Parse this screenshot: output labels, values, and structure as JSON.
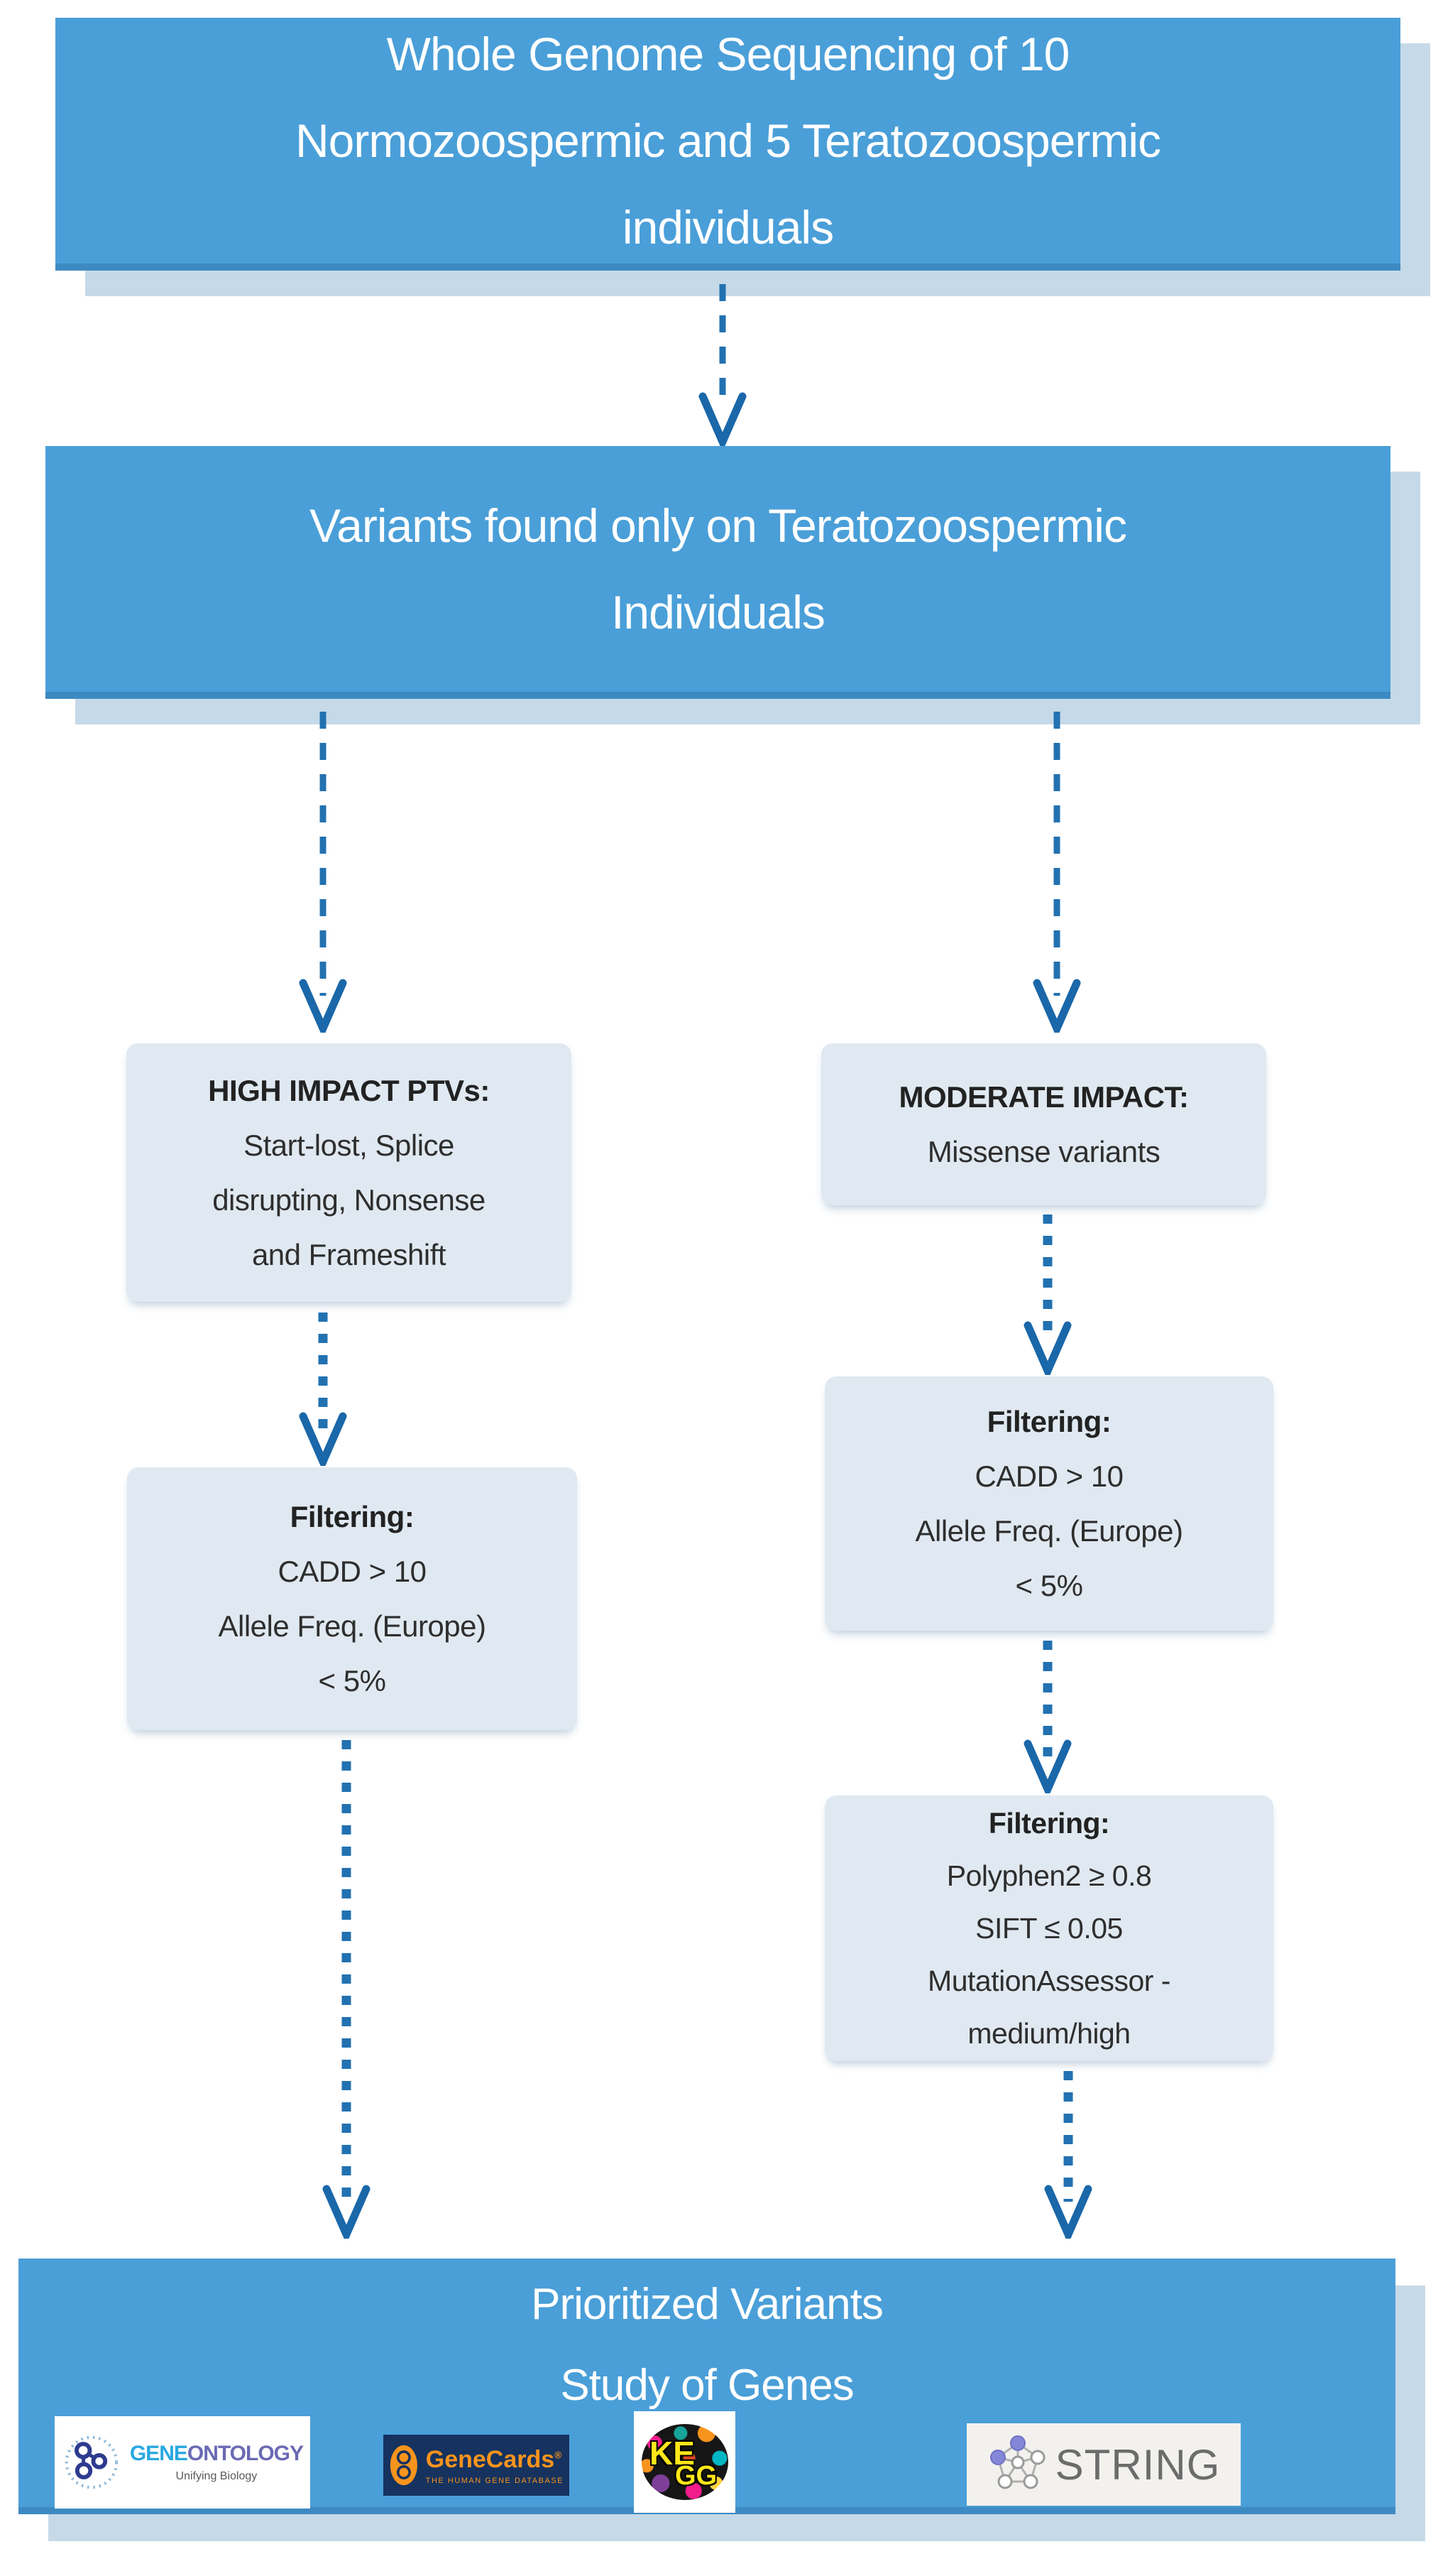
{
  "colors": {
    "box_blue": "#4a9fd8",
    "box_blue_edge": "#3d8ac2",
    "drop_shadow": "#c5d9e8",
    "light_box": "#e0e9f1",
    "arrow_blue": "#1a67a9",
    "text_dark": "#2e2e2e",
    "genecards_navy": "#16325f",
    "genecards_orange": "#f7941d",
    "go_blue": "#29a8e0",
    "go_purple": "#6a6ab4",
    "string_gray": "#6c6c6c",
    "kegg_yellow": "#ffe71a"
  },
  "flow": {
    "box1": {
      "lines": [
        "Whole Genome Sequencing of 10",
        "Normozoospermic and 5 Teratozoospermic",
        "individuals"
      ]
    },
    "box2": {
      "lines": [
        "Variants found only on Teratozoospermic",
        "Individuals"
      ]
    },
    "left_branch": {
      "impact_box": {
        "title": "HIGH IMPACT PTVs:",
        "lines": [
          "Start-lost, Splice",
          "disrupting, Nonsense",
          "and Frameshift"
        ]
      },
      "filter_box": {
        "title": "Filtering:",
        "lines": [
          "CADD > 10",
          "Allele Freq. (Europe)",
          "< 5%"
        ]
      }
    },
    "right_branch": {
      "impact_box": {
        "title": "MODERATE IMPACT:",
        "lines": [
          "Missense variants"
        ]
      },
      "filter_box1": {
        "title": "Filtering:",
        "lines": [
          "CADD > 10",
          "Allele Freq. (Europe)",
          "< 5%"
        ]
      },
      "filter_box2": {
        "title": "Filtering:",
        "lines": [
          "Polyphen2 ≥ 0.8",
          "SIFT ≤ 0.05",
          "MutationAssessor -",
          "medium/high"
        ]
      }
    },
    "final_box": {
      "line1": "Prioritized Variants",
      "line2": "Study of Genes"
    }
  },
  "logos": {
    "geneontology": {
      "name_part1": "GENE",
      "name_part2": "ONTOLOGY",
      "tagline": "Unifying Biology"
    },
    "genecards": {
      "name": "GeneCards",
      "registered": "®",
      "tagline": "THE HUMAN GENE DATABASE"
    },
    "kegg": {
      "text_top": "KE",
      "text_bottom": "GG"
    },
    "string": {
      "name": "STRING"
    }
  },
  "icons": {
    "geneontology": "go-network-icon",
    "genecards": "dna-oval-icon",
    "kegg": "kegg-globe-icon",
    "string": "string-network-icon",
    "arrows": "dashed-down-arrow"
  }
}
